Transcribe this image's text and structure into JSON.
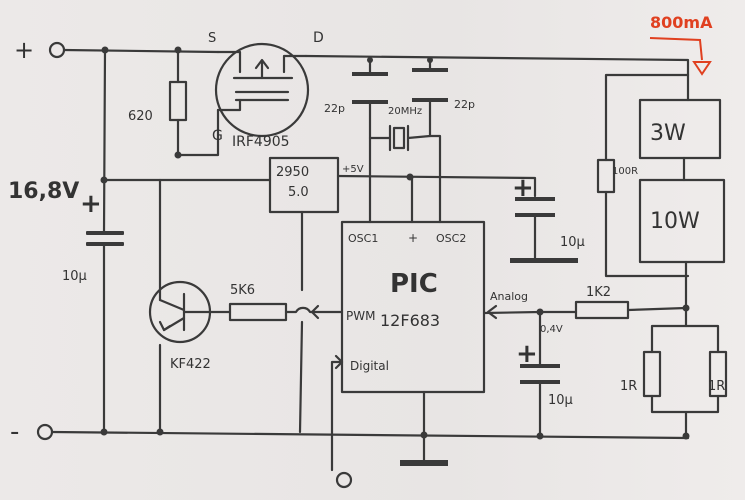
{
  "supply": {
    "plus": "+",
    "minus": "-",
    "voltage": "16,8V"
  },
  "mosfet": {
    "source": "S",
    "drain": "D",
    "gate": "G",
    "part": "IRF4905"
  },
  "resistors": {
    "gate_pullup": "620",
    "base": "5K6",
    "load_series": "100R",
    "feedback": "1K2",
    "sense_a": "1R",
    "sense_b": "1R"
  },
  "capacitors": {
    "input": "10µ",
    "osc_a": "22p",
    "osc_b": "22p",
    "regulator_out": "10µ",
    "analog_filter": "10µ"
  },
  "crystal": {
    "label": "20MHz"
  },
  "regulator": {
    "line1": "2950",
    "line2": "5.0",
    "output": "+5V"
  },
  "transistor": {
    "part": "KF422"
  },
  "pic": {
    "title": "PIC",
    "model": "12F683",
    "pwm": "PWM",
    "osc1": "OSC1",
    "osc2": "OSC2",
    "plus": "+",
    "analog": "Analog",
    "digital": "Digital"
  },
  "loads": {
    "led_a": "3W",
    "led_b": "10W"
  },
  "annotations": {
    "current": "800mA",
    "sense_voltage": "0,4V"
  },
  "colors": {
    "ink": "#3a3a3a",
    "accent": "#e04020",
    "paper": "#ebe8e7"
  }
}
